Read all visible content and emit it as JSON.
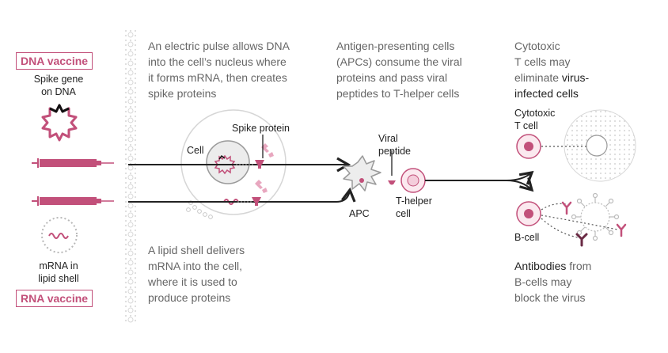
{
  "dna_vaccine": {
    "title": "DNA vaccine",
    "label_line1": "Spike gene",
    "label_line2": "on DNA"
  },
  "rna_vaccine": {
    "title": "RNA vaccine",
    "label_line1": "mRNA in",
    "label_line2": "lipid shell"
  },
  "text_dna_step": {
    "line1": "An electric pulse allows DNA",
    "line2": "into the cell’s nucleus where",
    "line3": "it forms mRNA, then creates",
    "line4": "spike proteins"
  },
  "text_rna_step": {
    "line1": "A lipid shell delivers",
    "line2": "mRNA into the cell,",
    "line3": "where it is used to",
    "line4": "produce proteins"
  },
  "text_apc_step": {
    "line1": "Antigen-presenting cells",
    "line2": "(APCs) consume the viral",
    "line3": "proteins and pass viral",
    "line4": "peptides to T-helper cells"
  },
  "text_tcell_step": {
    "line1": "Cytotoxic",
    "line2": "T cells may",
    "line3_pre": "eliminate ",
    "line3_em": "virus-",
    "line4_em": "infected cells"
  },
  "text_bcell_step": {
    "line1_em": "Antibodies",
    "line1_post": " from",
    "line2": "B-cells may",
    "line3": "block the virus"
  },
  "labels": {
    "cell": "Cell",
    "spike_protein": "Spike protein",
    "viral_peptide_1": "Viral",
    "viral_peptide_2": "peptide",
    "apc": "APC",
    "t_helper_1": "T-helper",
    "t_helper_2": "cell",
    "cytotoxic_1": "Cytotoxic",
    "cytotoxic_2": "T cell",
    "b_cell": "B-cell"
  },
  "colors": {
    "accent": "#c2507a",
    "accent_light": "#e8a7bf",
    "text_gray": "#666666",
    "line_dark": "#222222"
  },
  "icons": {
    "dna_plasmid": "dna-plasmid-icon",
    "syringe": "syringe-icon",
    "lipid_shell": "lipid-shell-icon",
    "apc_cell": "apc-cell-icon",
    "antibody": "antibody-icon",
    "virus": "virus-icon"
  }
}
